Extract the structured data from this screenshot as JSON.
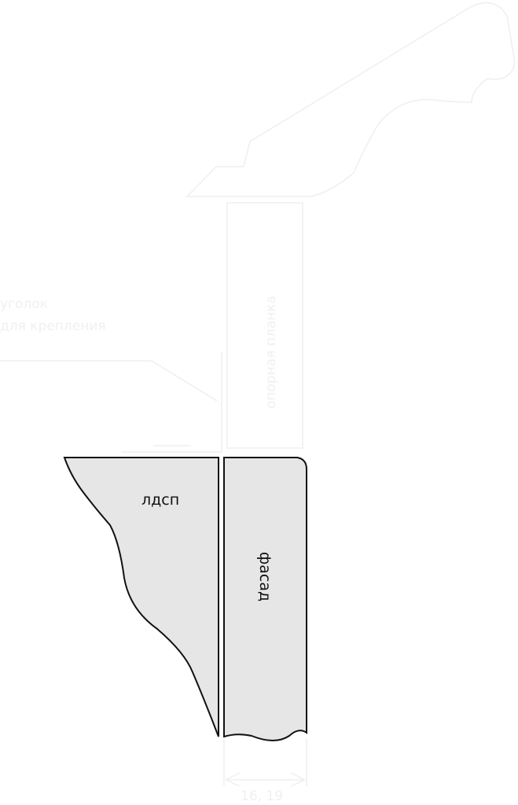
{
  "labels": {
    "chipboard": "лдсп",
    "facade": "фасад",
    "bracket_line1": "уголок",
    "bracket_line2": "для крепления",
    "support_bar": "опорная планка",
    "thickness": "16, 19"
  },
  "colors": {
    "fill": "#e6e6e6",
    "stroke": "#111111",
    "faint": "#efefef"
  }
}
